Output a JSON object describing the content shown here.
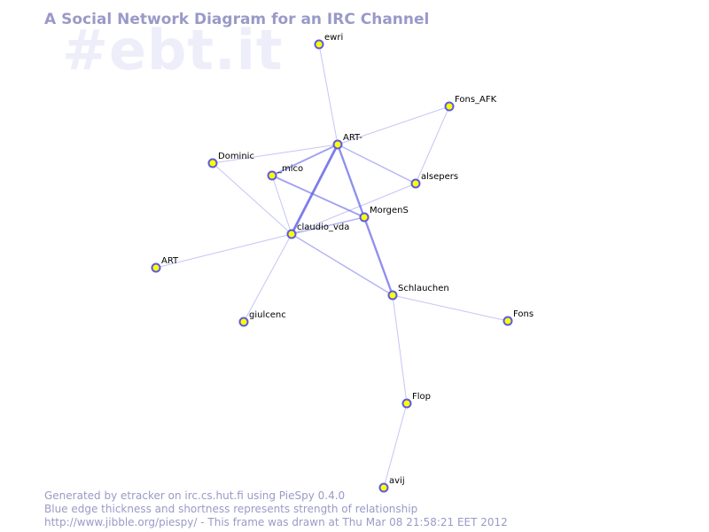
{
  "title": "A Social Network Diagram for an IRC Channel",
  "watermark": "#ebt.it",
  "colors": {
    "edge": "#5a5ae6",
    "node_fill": "#ffff00",
    "node_stroke": "#5a5ae6",
    "text_muted": "#9a9ac8"
  },
  "graph": {
    "nodes": [
      {
        "id": "ewri",
        "label": "ewri"
      },
      {
        "id": "Fons_AFK",
        "label": "Fons_AFK"
      },
      {
        "id": "ART-",
        "label": "ART-"
      },
      {
        "id": "Dominic",
        "label": "Dominic"
      },
      {
        "id": "_mico",
        "label": "_mico"
      },
      {
        "id": "alsepers",
        "label": "alsepers"
      },
      {
        "id": "MorgenS",
        "label": "MorgenS"
      },
      {
        "id": "claudio_vda",
        "label": "claudio_vda"
      },
      {
        "id": "ART",
        "label": "ART"
      },
      {
        "id": "Schlauchen",
        "label": "Schlauchen"
      },
      {
        "id": "giulcenc",
        "label": "giulcenc"
      },
      {
        "id": "Fons",
        "label": "Fons"
      },
      {
        "id": "Flop",
        "label": "Flop"
      },
      {
        "id": "avij",
        "label": "avij"
      }
    ],
    "edges": [
      {
        "source": "ART-",
        "target": "claudio_vda",
        "strength": 3
      },
      {
        "source": "ART-",
        "target": "Schlauchen",
        "strength": 2.5
      },
      {
        "source": "ART-",
        "target": "_mico",
        "strength": 2
      },
      {
        "source": "ART-",
        "target": "alsepers",
        "strength": 1.5
      },
      {
        "source": "ART-",
        "target": "ewri",
        "strength": 1
      },
      {
        "source": "ART-",
        "target": "Fons_AFK",
        "strength": 1
      },
      {
        "source": "ART-",
        "target": "Dominic",
        "strength": 1
      },
      {
        "source": "_mico",
        "target": "MorgenS",
        "strength": 2
      },
      {
        "source": "_mico",
        "target": "claudio_vda",
        "strength": 1
      },
      {
        "source": "claudio_vda",
        "target": "MorgenS",
        "strength": 1.5
      },
      {
        "source": "claudio_vda",
        "target": "alsepers",
        "strength": 1
      },
      {
        "source": "claudio_vda",
        "target": "ART",
        "strength": 1
      },
      {
        "source": "claudio_vda",
        "target": "giulcenc",
        "strength": 1
      },
      {
        "source": "claudio_vda",
        "target": "Schlauchen",
        "strength": 1.5
      },
      {
        "source": "Dominic",
        "target": "claudio_vda",
        "strength": 1
      },
      {
        "source": "alsepers",
        "target": "Fons_AFK",
        "strength": 1
      },
      {
        "source": "Schlauchen",
        "target": "Fons",
        "strength": 1
      },
      {
        "source": "Schlauchen",
        "target": "Flop",
        "strength": 1
      },
      {
        "source": "Flop",
        "target": "avij",
        "strength": 1
      }
    ]
  },
  "footer": {
    "line1": "Generated by etracker on irc.cs.hut.fi using PieSpy 0.4.0",
    "line2": "Blue edge thickness and shortness represents strength of relationship",
    "line3": "http://www.jibble.org/piespy/ - This frame was drawn at Thu Mar 08 21:58:21 EET 2012"
  }
}
